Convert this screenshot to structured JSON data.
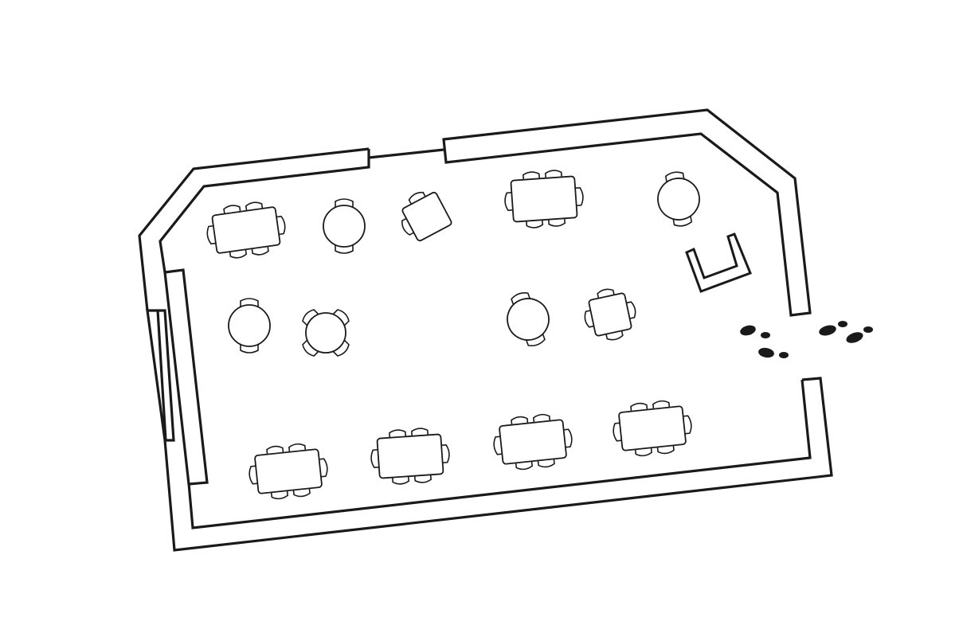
{
  "plan": {
    "ink_color": "#1a1a1a",
    "background_color": "#ffffff",
    "tables": [
      {
        "id": "table-rect-top-left",
        "shape": "rect",
        "seats": 6
      },
      {
        "id": "table-round-top-1",
        "shape": "round",
        "seats": 2
      },
      {
        "id": "table-square-top-tilted",
        "shape": "square",
        "seats": 2
      },
      {
        "id": "table-rect-top-center",
        "shape": "rect",
        "seats": 6
      },
      {
        "id": "table-round-top-right",
        "shape": "round",
        "seats": 2
      },
      {
        "id": "table-round-mid-left",
        "shape": "round",
        "seats": 2
      },
      {
        "id": "table-round-mid-4",
        "shape": "round",
        "seats": 4
      },
      {
        "id": "table-round-mid-center",
        "shape": "round",
        "seats": 2
      },
      {
        "id": "table-square-mid-right",
        "shape": "square",
        "seats": 4
      },
      {
        "id": "table-rect-bottom-1",
        "shape": "rect",
        "seats": 6
      },
      {
        "id": "table-rect-bottom-2",
        "shape": "rect",
        "seats": 6
      },
      {
        "id": "table-rect-bottom-3",
        "shape": "rect",
        "seats": 6
      },
      {
        "id": "table-rect-bottom-4",
        "shape": "rect",
        "seats": 6
      }
    ],
    "features": [
      "entrance-opening",
      "window-left",
      "service-counter",
      "footprints-entry"
    ]
  }
}
